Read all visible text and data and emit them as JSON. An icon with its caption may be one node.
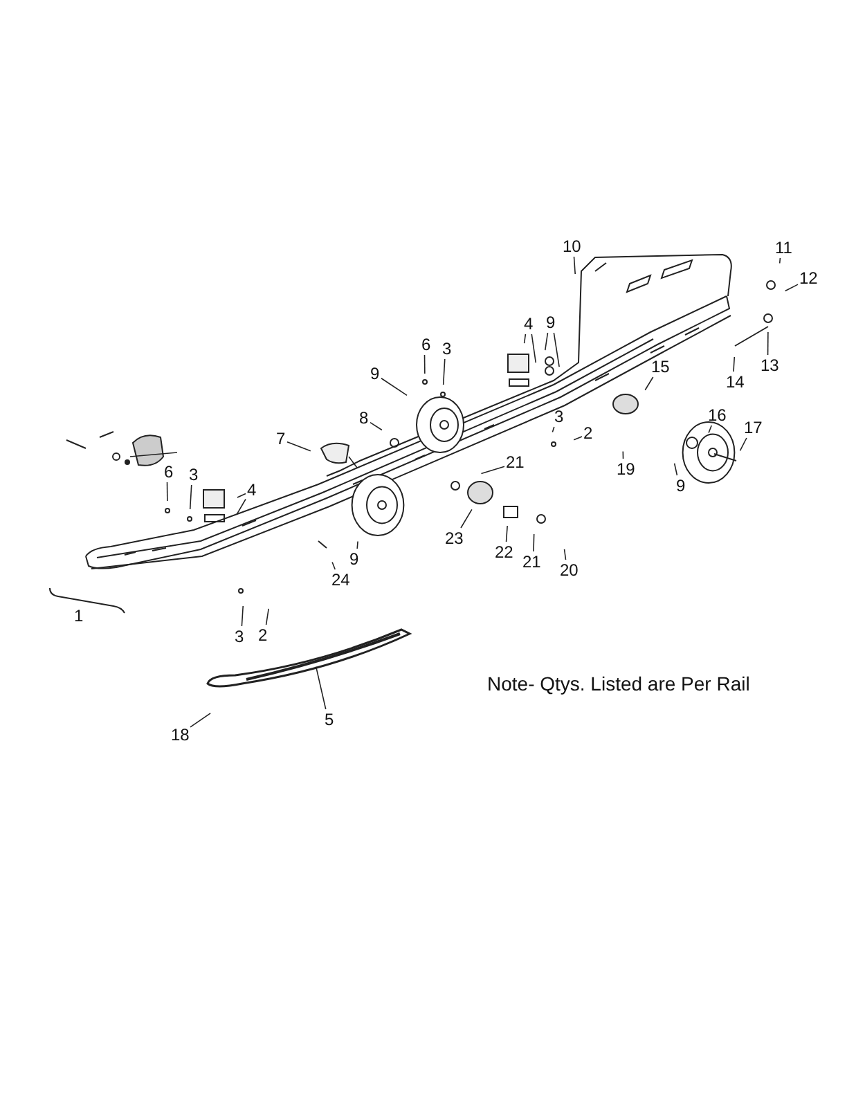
{
  "diagram": {
    "nodes": [
      {
        "text": [
          "10"
        ]
      },
      {
        "text": [
          "11"
        ]
      },
      {
        "text": [
          "12"
        ]
      },
      {
        "text": [
          "6"
        ]
      },
      {
        "text": [
          "3"
        ]
      },
      {
        "text": [
          "4"
        ]
      },
      {
        "text": [
          "9"
        ]
      },
      {
        "text": [
          "9"
        ]
      },
      {
        "text": [
          "13"
        ]
      },
      {
        "text": [
          "14"
        ]
      },
      {
        "text": [
          "15"
        ]
      },
      {
        "text": [
          "8"
        ]
      },
      {
        "text": [
          "7"
        ]
      },
      {
        "text": [
          "3"
        ]
      },
      {
        "text": [
          "2"
        ]
      },
      {
        "text": [
          "16"
        ]
      },
      {
        "text": [
          "17"
        ]
      },
      {
        "text": [
          "21"
        ]
      },
      {
        "text": [
          "19"
        ]
      },
      {
        "text": [
          "6"
        ]
      },
      {
        "text": [
          "3"
        ]
      },
      {
        "text": [
          "4"
        ]
      },
      {
        "text": [
          "9"
        ]
      },
      {
        "text": [
          "23"
        ]
      },
      {
        "text": [
          "22"
        ]
      },
      {
        "text": [
          "21"
        ]
      },
      {
        "text": [
          "20"
        ]
      },
      {
        "text": [
          "9"
        ]
      },
      {
        "text": [
          "24"
        ]
      },
      {
        "text": [
          "3"
        ]
      },
      {
        "text": [
          "2"
        ]
      },
      {
        "text": [
          "5"
        ]
      },
      {
        "text": [
          "18"
        ]
      }
    ],
    "edges": [
      {
        "from": 0,
        "to": null,
        "arrow": "none"
      },
      {
        "from": 1,
        "to": null,
        "arrow": "none"
      },
      {
        "from": 2,
        "to": null,
        "arrow": "none"
      },
      {
        "from": 3,
        "to": null,
        "arrow": "none"
      },
      {
        "from": 4,
        "to": null,
        "arrow": "none"
      },
      {
        "from": 5,
        "to": null,
        "arrow": "none"
      },
      {
        "from": 5,
        "to": null,
        "arrow": "none"
      },
      {
        "from": 6,
        "to": null,
        "arrow": "none"
      },
      {
        "from": 6,
        "to": null,
        "arrow": "none"
      },
      {
        "from": 7,
        "to": null,
        "arrow": "none"
      },
      {
        "from": 8,
        "to": null,
        "arrow": "none"
      },
      {
        "from": 9,
        "to": null,
        "arrow": "none"
      },
      {
        "from": 10,
        "to": null,
        "arrow": "none"
      },
      {
        "from": 11,
        "to": null,
        "arrow": "none"
      },
      {
        "from": 12,
        "to": null,
        "arrow": "none"
      },
      {
        "from": 13,
        "to": null,
        "arrow": "none"
      },
      {
        "from": 14,
        "to": null,
        "arrow": "none"
      },
      {
        "from": 15,
        "to": null,
        "arrow": "none"
      },
      {
        "from": 16,
        "to": null,
        "arrow": "none"
      },
      {
        "from": 17,
        "to": null,
        "arrow": "none"
      },
      {
        "from": 18,
        "to": null,
        "arrow": "none"
      },
      {
        "from": 19,
        "to": null,
        "arrow": "none"
      },
      {
        "from": 20,
        "to": null,
        "arrow": "none"
      },
      {
        "from": 21,
        "to": null,
        "arrow": "none"
      },
      {
        "from": 21,
        "to": null,
        "arrow": "none"
      },
      {
        "from": 22,
        "to": null,
        "arrow": "none"
      },
      {
        "from": 23,
        "to": null,
        "arrow": "none"
      },
      {
        "from": 24,
        "to": null,
        "arrow": "none"
      },
      {
        "from": 25,
        "to": null,
        "arrow": "none"
      },
      {
        "from": 26,
        "to": null,
        "arrow": "none"
      },
      {
        "from": 27,
        "to": null,
        "arrow": "none"
      },
      {
        "from": 28,
        "to": null,
        "arrow": "none"
      },
      {
        "from": 29,
        "to": null,
        "arrow": "none"
      },
      {
        "from": 30,
        "to": null,
        "arrow": "none"
      },
      {
        "from": 31,
        "to": null,
        "arrow": "none"
      },
      {
        "from": 32,
        "to": null,
        "arrow": "none"
      }
    ],
    "labels": [
      "1",
      "Note- Qtys. Listed are Per Rail"
    ]
  }
}
